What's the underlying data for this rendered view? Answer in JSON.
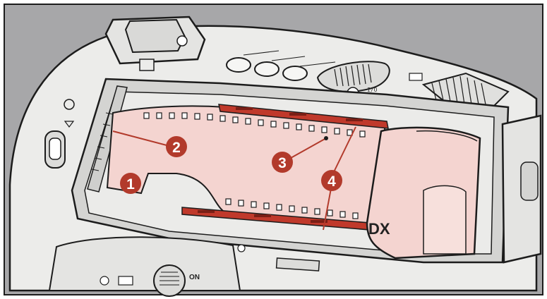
{
  "colors": {
    "background": "#a7a7a9",
    "camera_body": "#ececea",
    "outline": "#1c1c1c",
    "film": "#f4d4d0",
    "film_rail": "#c0392b",
    "callout": "#b23a2b"
  },
  "diagram": {
    "callouts": [
      {
        "id": "1",
        "label": "1"
      },
      {
        "id": "2",
        "label": "2"
      },
      {
        "id": "3",
        "label": "3"
      },
      {
        "id": "4",
        "label": "4"
      }
    ],
    "cartridge_label": "DX",
    "power_switch_label": "ON",
    "frame_counter_label": "I/O"
  }
}
